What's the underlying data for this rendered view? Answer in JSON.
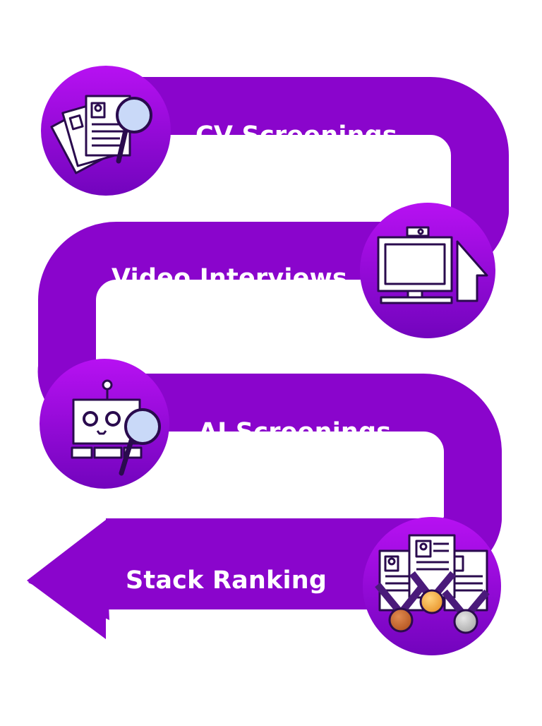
{
  "colors": {
    "path": "#8a05cc",
    "path_light": "#a40fe6",
    "circle_top": "#b40ef0",
    "circle_bottom": "#7a04c4",
    "icon_outline": "#2a0b4e",
    "icon_fill": "#ffffff",
    "lens": "#c9d9f8",
    "ribbon": "#4a1a7a",
    "medal_gold": "#f2a93b",
    "medal_bronze": "#c7652a",
    "medal_silver": "#bdbdbd"
  },
  "steps": [
    {
      "label": "CV Screenings",
      "icon": "resume-search-icon"
    },
    {
      "label": "Video Interviews",
      "icon": "video-monitor-icon"
    },
    {
      "label": "AI Screenings",
      "icon": "robot-search-icon"
    },
    {
      "label": "Stack Ranking",
      "icon": "resume-medals-icon"
    }
  ]
}
